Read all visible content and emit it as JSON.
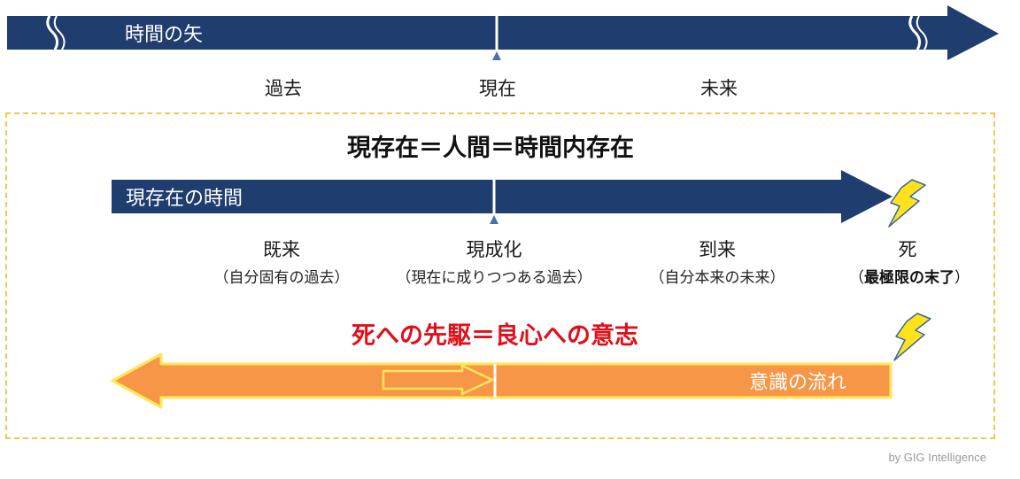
{
  "top_arrow": {
    "title": "時間の矢",
    "labels": [
      "過去",
      "現在",
      "未来"
    ]
  },
  "frame": {
    "heading": "現存在＝人間＝時間内存在",
    "dasein_arrow": {
      "title": "現存在の時間",
      "columns": [
        {
          "label": "既来",
          "sub": "（自分固有の過去）"
        },
        {
          "label": "現成化",
          "sub": "（現在に成りつつある過去）"
        },
        {
          "label": "到来",
          "sub": "（自分本来の未来）"
        },
        {
          "label": "死",
          "sub_prefix": "（",
          "sub_bold": "最極限の末了",
          "sub_suffix": "）"
        }
      ]
    },
    "resolve_heading": "死への先駆＝良心への意志",
    "consciousness_arrow": {
      "title": "意識の流れ"
    }
  },
  "credit": "by GIG Intelligence",
  "colors": {
    "navy": "#1f3d6e",
    "orange": "#f79646",
    "lightning": "#ffe21a",
    "red_heading": "#e0101b",
    "frame_dash": "#f6c64a"
  },
  "icons": [
    "lightning-icon",
    "break-mark-icon",
    "current-marker-icon",
    "inner-arrow-icon"
  ]
}
